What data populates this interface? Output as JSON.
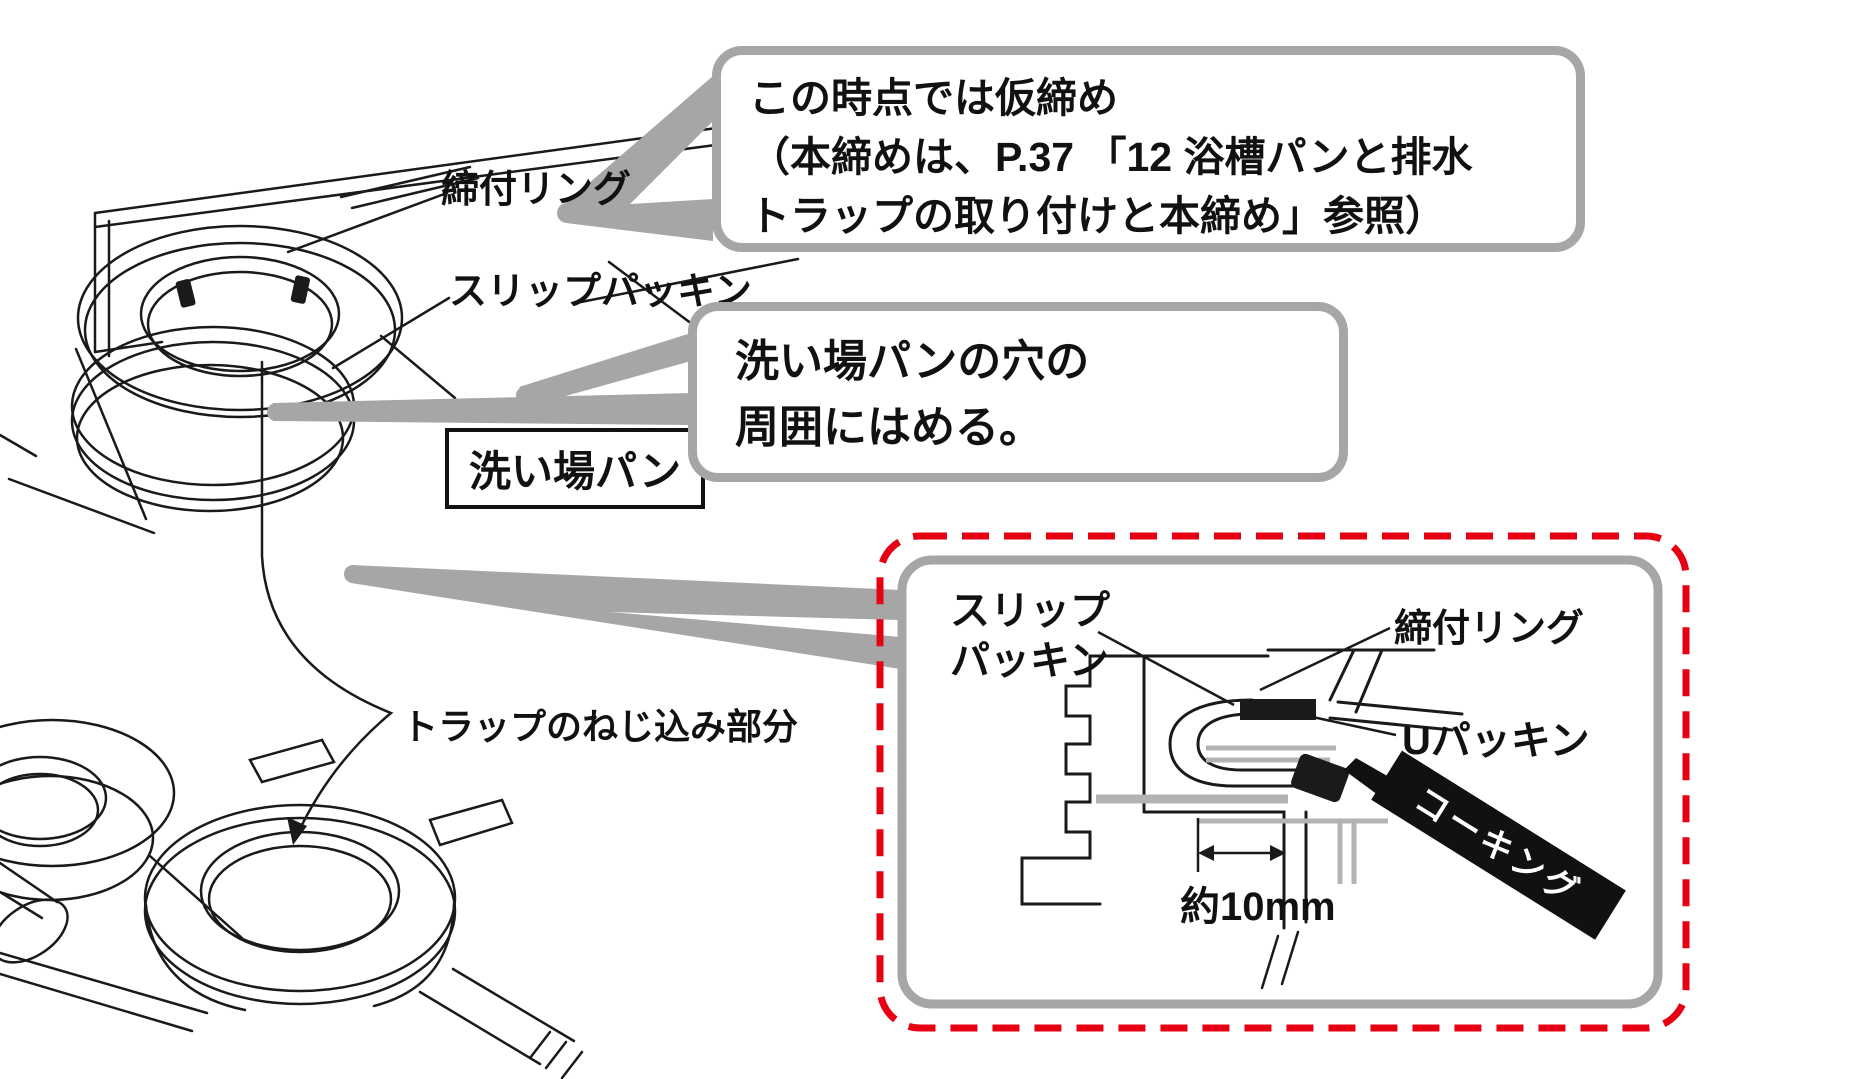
{
  "figure": {
    "part_labels": {
      "tightening_ring": "締付リング",
      "slip_packing": "スリップパッキン",
      "washing_pan": "洗い場パン",
      "trap_screw_section": "トラップのねじ込み部分"
    },
    "callout_temporary": {
      "line1": "この時点では仮締め",
      "line2": "（本締めは、P.37 「12 浴槽パンと排水",
      "line3": "トラップの取り付けと本締め」参照）"
    },
    "callout_fit": {
      "line1": "洗い場パンの穴の",
      "line2": "周囲にはめる。"
    },
    "detail_inset": {
      "slip_packing_line1": "スリップ",
      "slip_packing_line2": "パッキン",
      "tightening_ring": "締付リング",
      "u_packing": "Uパッキン",
      "caulking": "コーキング",
      "dimension": "約10mm"
    },
    "colors": {
      "highlight_red": "#e60012",
      "leader_gray": "#a6a6a6",
      "line_black": "#1a1a1a"
    }
  }
}
